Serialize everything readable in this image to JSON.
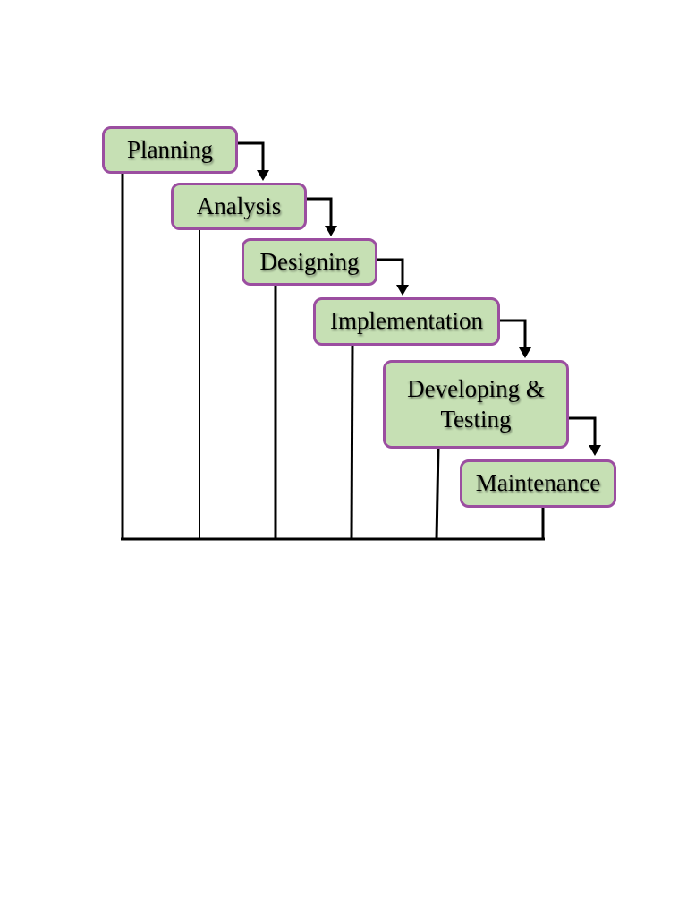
{
  "diagram": {
    "stages": [
      {
        "id": "planning",
        "label": "Planning"
      },
      {
        "id": "analysis",
        "label": "Analysis"
      },
      {
        "id": "designing",
        "label": "Designing"
      },
      {
        "id": "implementation",
        "label": "Implementation"
      },
      {
        "id": "developing-testing",
        "label": "Developing &\nTesting"
      },
      {
        "id": "maintenance",
        "label": "Maintenance"
      }
    ],
    "colors": {
      "box_fill": "#c6e0b4",
      "box_border": "#9b4ea0",
      "line": "#000000"
    }
  }
}
